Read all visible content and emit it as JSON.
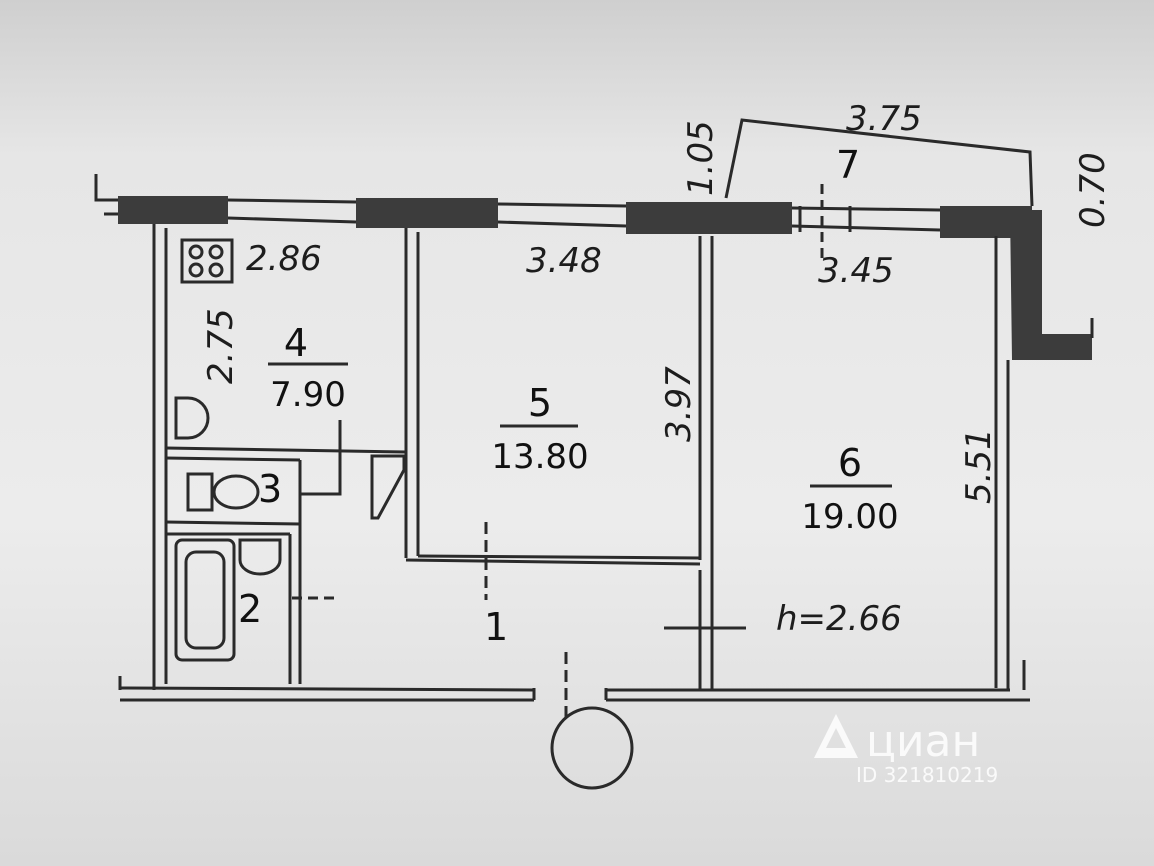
{
  "plan": {
    "balcony": {
      "number": "7",
      "width": "3.75",
      "depth": "0.70",
      "side": "1.05"
    },
    "rooms": [
      {
        "id": "4",
        "area": "7.90",
        "width": "2.86",
        "depth": "2.75"
      },
      {
        "id": "5",
        "area": "13.80",
        "width": "3.48",
        "depth": "3.97"
      },
      {
        "id": "6",
        "area": "19.00",
        "width": "3.45",
        "depth": "5.51"
      },
      {
        "id": "3"
      },
      {
        "id": "2"
      },
      {
        "id": "1"
      }
    ],
    "ceiling_height": "h=2.66"
  },
  "watermark": {
    "brand": "циан",
    "listing_id": "ID 321810219"
  }
}
